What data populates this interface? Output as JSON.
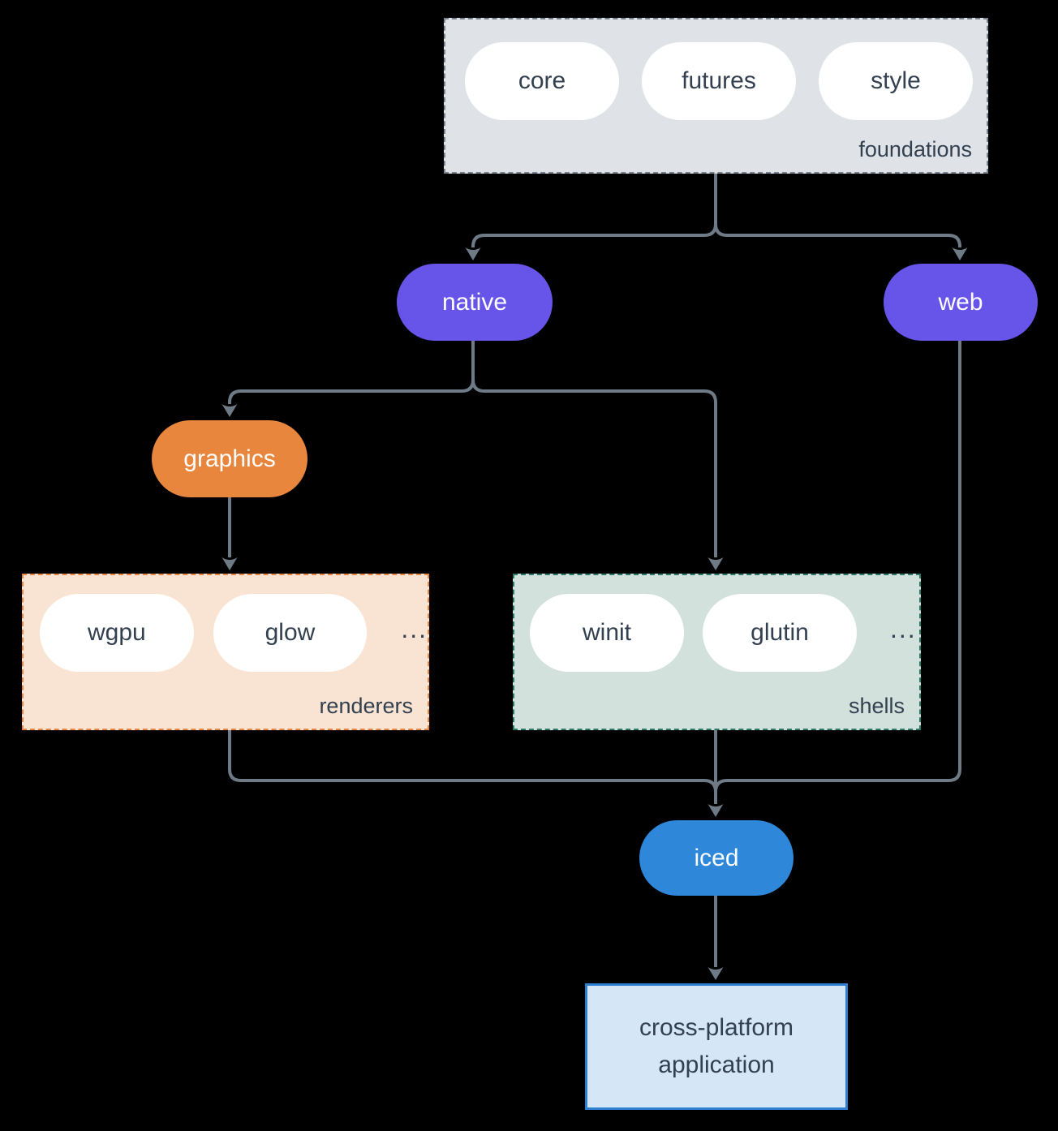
{
  "theme": {
    "background": "#000000",
    "arrow": "#6e7b87",
    "pill-text": "#33404f",
    "pill-fill": "#ffffff",
    "light-text": "#ffffff",
    "purple": "#6754e8",
    "orange": "#e7863c",
    "blue": "#2e87d8",
    "foundations-fill": "#dfe3e8",
    "foundations-border": "#76828e",
    "renderers-fill": "#f9e4d3",
    "renderers-border": "#e8853e",
    "shells-fill": "#d2e1db",
    "shells-border": "#2b7a67",
    "app-fill": "#d5e6f7",
    "app-border": "#2e7fd0"
  },
  "groups": {
    "foundations": {
      "label": "foundations",
      "items": [
        "core",
        "futures",
        "style"
      ]
    },
    "renderers": {
      "label": "renderers",
      "items": [
        "wgpu",
        "glow"
      ],
      "more": "..."
    },
    "shells": {
      "label": "shells",
      "items": [
        "winit",
        "glutin"
      ],
      "more": "..."
    }
  },
  "nodes": {
    "native": {
      "label": "native"
    },
    "web": {
      "label": "web"
    },
    "graphics": {
      "label": "graphics"
    },
    "iced": {
      "label": "iced"
    },
    "application": {
      "lines": [
        "cross-platform",
        "application"
      ]
    }
  }
}
